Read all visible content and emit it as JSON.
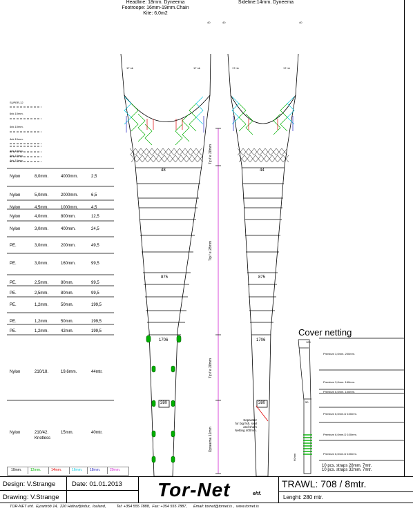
{
  "header": {
    "left_lines": [
      "Headline: 18mm. Dyneema",
      "Footroope: 16mm-19mm.Chain",
      "Kite: 6,0m2"
    ],
    "right_line": "Sideline:14mm. Dyneema"
  },
  "small_labels": {
    "corner_left_40": "40",
    "corner_right_40a": "40",
    "corner_right_40b": "40",
    "wing_17a": "17 nk",
    "wing_17b": "17 nk",
    "wing_17c": "17 nk",
    "wing_17d": "17 nk"
  },
  "side_specs": [
    "SUPER-12",
    "6nk 10mm.",
    "4nk 10mm.",
    "4nk 10mm.",
    "4nk 10mm.",
    "4nk 10mm.",
    "4nk 10mm."
  ],
  "net_table": [
    {
      "material": "Nylon",
      "size": "8,0mm.",
      "length": "4000mm.",
      "rows": "2,5"
    },
    {
      "material": "Nylon",
      "size": "5,0mm.",
      "length": "2000mm.",
      "rows": "6,5"
    },
    {
      "material": "Nylon",
      "size": "4,5mm.",
      "length": "1000mm.",
      "rows": "4,5"
    },
    {
      "material": "Nylon",
      "size": "4,0mm.",
      "length": "800mm.",
      "rows": "12,5"
    },
    {
      "material": "Nylon",
      "size": "3,0mm.",
      "length": "400mm.",
      "rows": "24,5"
    },
    {
      "material": "PE.",
      "size": "3,0mm.",
      "length": "200mm.",
      "rows": "49,5"
    },
    {
      "material": "PE.",
      "size": "3,0mm.",
      "length": "160mm.",
      "rows": "99,5"
    },
    {
      "material": "PE.",
      "size": "2,5mm.",
      "length": "80mm.",
      "rows": "99,5"
    },
    {
      "material": "PE.",
      "size": "2,5mm.",
      "length": "80mm.",
      "rows": "99,5"
    },
    {
      "material": "PE.",
      "size": "1,2mm.",
      "length": "50mm.",
      "rows": "199,5"
    },
    {
      "material": "PE.",
      "size": "1,2mm.",
      "length": "50mm.",
      "rows": "199,5"
    },
    {
      "material": "PE.",
      "size": "1,2mm.",
      "length": "42mm.",
      "rows": "199,5"
    }
  ],
  "codend_rows": [
    {
      "material": "Nylon",
      "size": "210/18.",
      "length": "19,6mm.",
      "rows": "44mtr."
    },
    {
      "material": "Nylon",
      "size": "210/42.",
      "size2": "Knotless",
      "length": "15mm.",
      "rows": "40mtr."
    }
  ],
  "diagram_labels": {
    "mesh_48": "48",
    "mesh_44": "44",
    "mesh_875a": "875",
    "mesh_875b": "875",
    "mesh_1706a": "1706",
    "mesh_1706b": "1706",
    "mesh_380a": "380",
    "mesh_380b": "380",
    "mesh_50": "50",
    "mesh_100": "100",
    "dim_top": "Tip f e 28mm",
    "dim_mid": "Tip f e 28mm",
    "dim_low": "Tip f e 28mm",
    "dim_bottom": "Dyneema 12mm",
    "separator_lines": [
      "Separater",
      "for big fish, seal",
      "and shark",
      "Netting 400mm."
    ],
    "vert_label": "60mm"
  },
  "cover": {
    "title": "Cover netting",
    "items": [
      "Premium 3,0mm. 200mm.",
      "Premium 3,0mm. 160mm.",
      "Premium 6,0mm. 100mm.",
      "Premium 6,0mm.D 100mm.",
      "Premium 6,0mm.D 100mm.",
      "Premium 6,0mm.D 100mm."
    ],
    "straps": [
      "10 pcs. straps 28mm. 7mtr.",
      "10 pcs. straps 32mm. 7mtr."
    ]
  },
  "legend": [
    {
      "label": "10mm.",
      "color": "#000000"
    },
    {
      "label": "12mm.",
      "color": "#00b000"
    },
    {
      "label": "14mm.",
      "color": "#e00000"
    },
    {
      "label": "16mm.",
      "color": "#00c8e0"
    },
    {
      "label": "18mm.",
      "color": "#2020c0"
    },
    {
      "label": "20mm.",
      "color": "#d020d0"
    }
  ],
  "title_block": {
    "design": "Design: V.Strange",
    "date": "Date: 01.01.2013",
    "drawing": "Drawing: V.Strange",
    "logo": "Tor-Net",
    "logo_suffix": "ehf.",
    "trawl": "TRAWL: 708 / 8mtr.",
    "length": "Lenght: 280 mtr.",
    "footer": "TOR-NET ehf.  Eyrartröð 14,  220 Hafnarfjörður,  Iceland,          Tel: +354 555 7888,  Fax: +354 555 7887,      Email: tornet@tornet.is ,  www.tornet.is"
  },
  "colors": {
    "line": "#000000",
    "green": "#00b000",
    "red": "#e00000",
    "cyan": "#00c8e0",
    "blue": "#2020c0",
    "magenta": "#d020d0"
  }
}
